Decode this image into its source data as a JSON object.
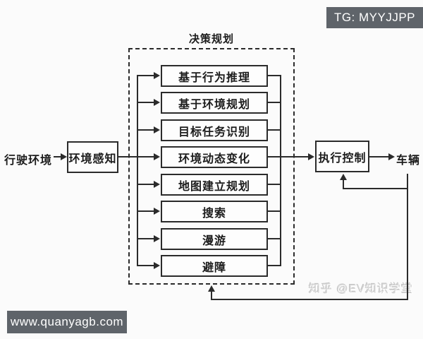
{
  "badges": {
    "telegram": "TG: MYYJJPP",
    "website": "www.quanyagb.com"
  },
  "watermark": "知乎 @EV知识学堂",
  "flow": {
    "input_label": "行驶环境",
    "perception_label": "环境感知",
    "planner_title": "决策规划",
    "planner_items": [
      {
        "label": "基于行为推理"
      },
      {
        "label": "基于环境规划"
      },
      {
        "label": "目标任务识别"
      },
      {
        "label": "环境动态变化"
      },
      {
        "label": "地图建立规划"
      },
      {
        "label": "搜索"
      },
      {
        "label": "漫游"
      },
      {
        "label": "避障"
      }
    ],
    "control_label": "执行控制",
    "output_label": "车辆"
  },
  "colors": {
    "line": "#2b2b2b",
    "badge_background": "#5f646a",
    "canvas_background": "#fbfbfb"
  }
}
